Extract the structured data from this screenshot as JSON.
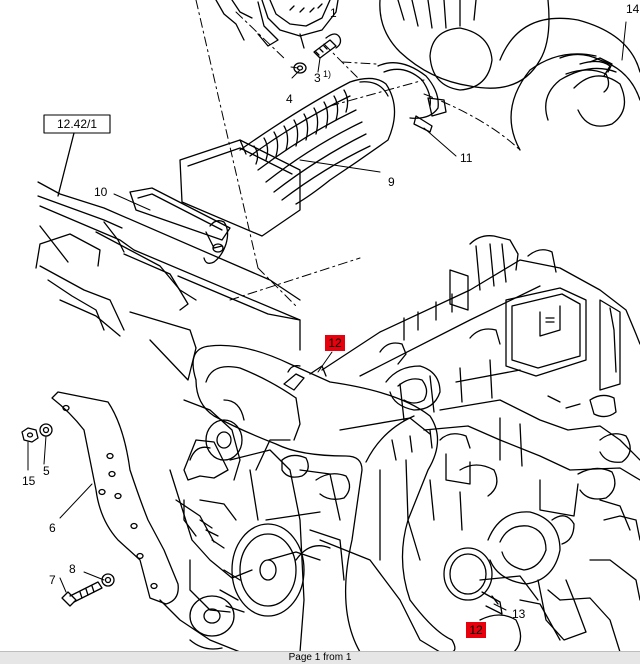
{
  "labels": {
    "ref_box": "12.42/1",
    "p1": "1",
    "p3": "3",
    "p3_note": "1)",
    "p4": "4",
    "p5": "5",
    "p6": "6",
    "p7": "7",
    "p8": "8",
    "p9": "9",
    "p10": "10",
    "p11": "11",
    "p12_top": "12",
    "p12_bottom": "12",
    "p13": "13",
    "p14": "14",
    "p15": "15"
  },
  "colors": {
    "highlight": "#e8000d",
    "ink": "#000000"
  },
  "status": {
    "page_text": "Page 1 from 1"
  }
}
